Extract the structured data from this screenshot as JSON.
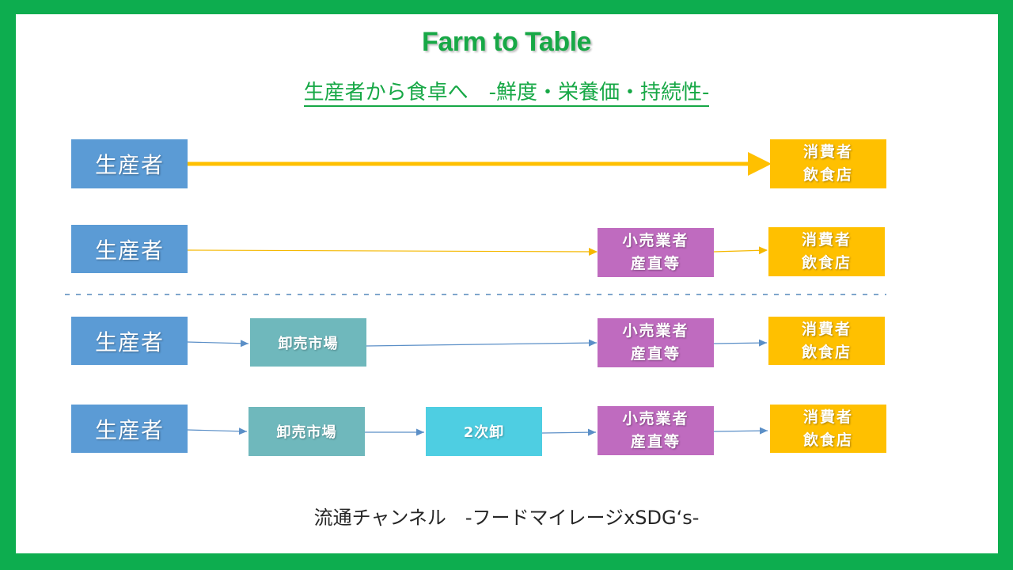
{
  "title": "Farm to Table",
  "subtitle": "生産者から食卓へ　-鮮度・栄養価・持続性-",
  "footer": "流通チャンネル　-フードマイレージxSDG‘s-",
  "colors": {
    "frame": "#0DAD4F",
    "title": "#17A846",
    "producer": "#5B9BD5",
    "consumer": "#FFC000",
    "retail": "#BF6BBF",
    "wholesale": "#6FB8BC",
    "secondary_wholesale": "#4ECEE2",
    "direct_arrow": "#FFC000",
    "blue_arrow": "#5B8FC7",
    "divider": "#7FA6CC"
  },
  "rows": [
    {
      "producer": "生産者",
      "consumer": [
        "消費者",
        "飲食店"
      ]
    },
    {
      "producer": "生産者",
      "retail": [
        "小売業者",
        "産直等"
      ],
      "consumer": [
        "消費者",
        "飲食店"
      ]
    },
    {
      "producer": "生産者",
      "wholesale": "卸売市場",
      "retail": [
        "小売業者",
        "産直等"
      ],
      "consumer": [
        "消費者",
        "飲食店"
      ]
    },
    {
      "producer": "生産者",
      "wholesale": "卸売市場",
      "secondary": "2次卸",
      "retail": [
        "小売業者",
        "産直等"
      ],
      "consumer": [
        "消費者",
        "飲食店"
      ]
    }
  ]
}
